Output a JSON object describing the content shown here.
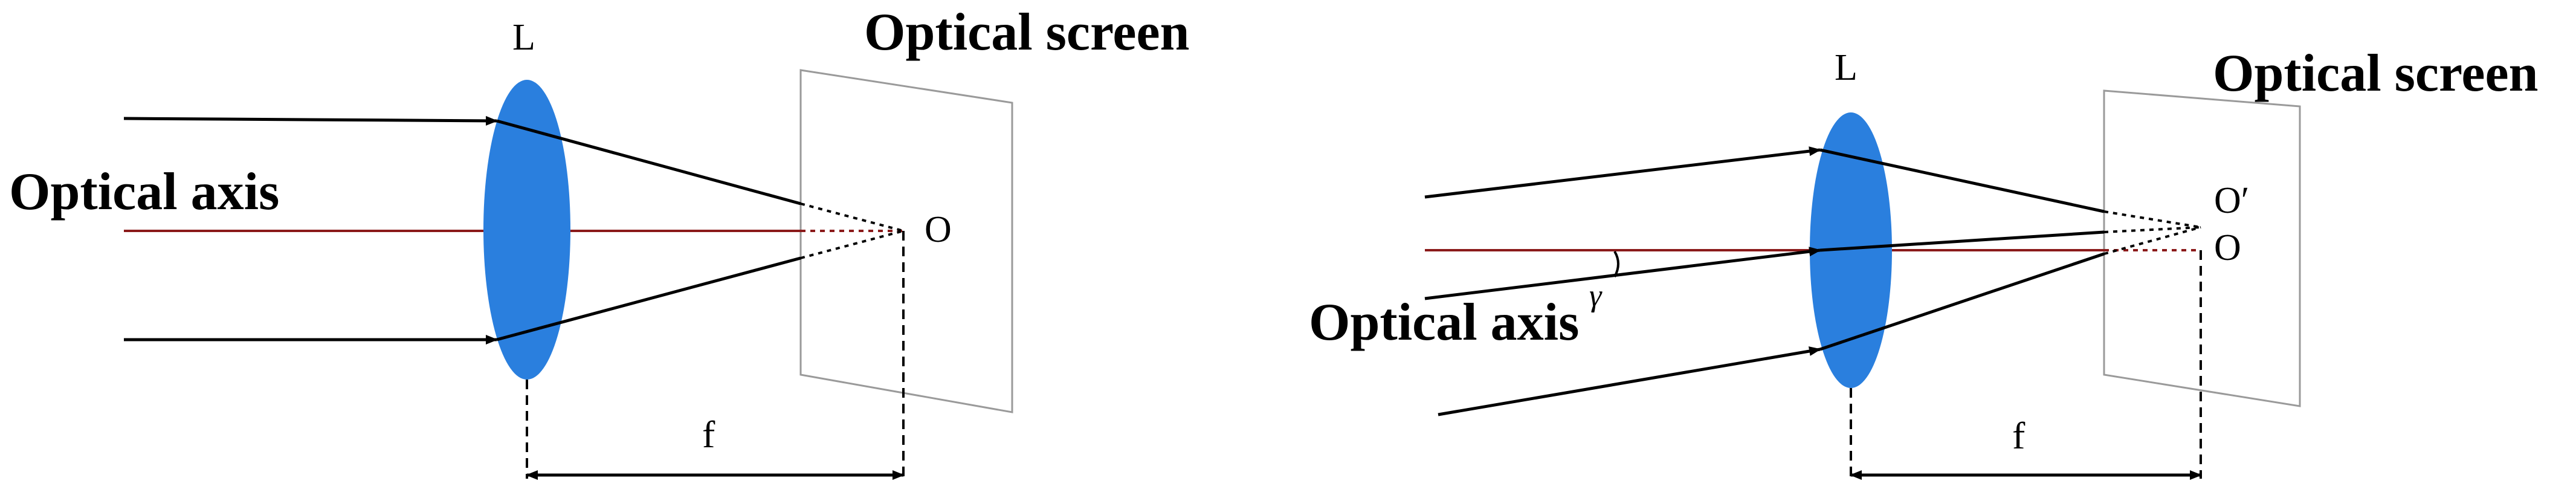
{
  "diagram_left": {
    "lens_label": "L",
    "screen_label": "Optical screen",
    "axis_label": "Optical axis",
    "focus_label": "O",
    "focal_label": "f"
  },
  "diagram_right": {
    "lens_label": "L",
    "screen_label": "Optical screen",
    "axis_label": "Optical axis",
    "focus_label": "O",
    "offset_focus_label": "O′",
    "angle_label": "γ",
    "focal_label": "f"
  },
  "colors": {
    "lens": "#2a7fde",
    "axis": "#8b1a1a",
    "ray": "#000000",
    "screen": "#9a9a9a"
  }
}
